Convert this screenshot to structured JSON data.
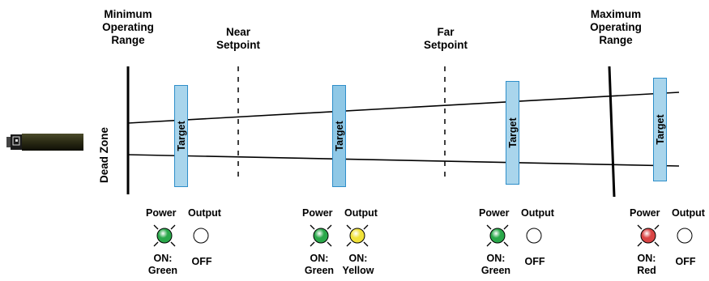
{
  "labels": {
    "min_range": [
      "Minimum",
      "Operating",
      "Range"
    ],
    "near": [
      "Near",
      "Setpoint"
    ],
    "far": [
      "Far",
      "Setpoint"
    ],
    "max_range": [
      "Maximum",
      "Operating",
      "Range"
    ],
    "dead_zone": "Dead Zone"
  },
  "targets": [
    {
      "label": "Target",
      "fill": "#a9d5ec"
    },
    {
      "label": "Target",
      "fill": "#8fc8e6"
    },
    {
      "label": "Target",
      "fill": "#a9d5ec"
    },
    {
      "label": "Target",
      "fill": "#a9d5ec"
    }
  ],
  "indicators": [
    {
      "power_title": "Power",
      "output_title": "Output",
      "power_state": "ON:",
      "power_color_name": "Green",
      "output_state": "OFF",
      "output_color_name": "",
      "power_color": "#2aa84a",
      "output_color": "#ffffff",
      "output_lit": false
    },
    {
      "power_title": "Power",
      "output_title": "Output",
      "power_state": "ON:",
      "power_color_name": "Green",
      "output_state": "ON:",
      "output_color_name": "Yellow",
      "power_color": "#2aa84a",
      "output_color": "#f1e23a",
      "output_lit": true
    },
    {
      "power_title": "Power",
      "output_title": "Output",
      "power_state": "ON:",
      "power_color_name": "Green",
      "output_state": "OFF",
      "output_color_name": "",
      "power_color": "#2aa84a",
      "output_color": "#ffffff",
      "output_lit": false
    },
    {
      "power_title": "Power",
      "output_title": "Output",
      "power_state": "ON:",
      "power_color_name": "Red",
      "output_state": "OFF",
      "output_color_name": "",
      "power_color": "#d94444",
      "output_color": "#ffffff",
      "output_lit": false
    }
  ]
}
